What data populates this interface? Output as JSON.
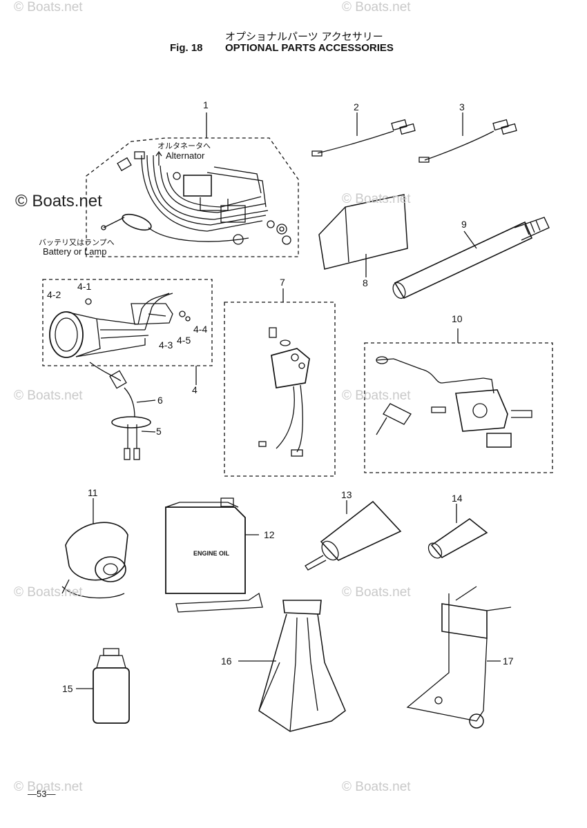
{
  "header": {
    "title_jp": "オプショナルパーツ アクセサリー",
    "fig_number": "Fig. 18",
    "title_en": "OPTIONAL PARTS ACCESSORIES"
  },
  "watermark": "© Boats.net",
  "notes": {
    "alternator_jp": "オルタネータへ",
    "alternator_en": "Alternator",
    "battery_jp": "バッテリ又はランプへ",
    "battery_en": "Battery or Lamp",
    "oil_can_label": "ENGINE OIL"
  },
  "callouts": [
    "1",
    "2",
    "3",
    "4",
    "4-1",
    "4-2",
    "4-3",
    "4-4",
    "4-5",
    "5",
    "6",
    "7",
    "8",
    "9",
    "10",
    "11",
    "12",
    "13",
    "14",
    "15",
    "16",
    "17"
  ],
  "page_number": "—53—"
}
